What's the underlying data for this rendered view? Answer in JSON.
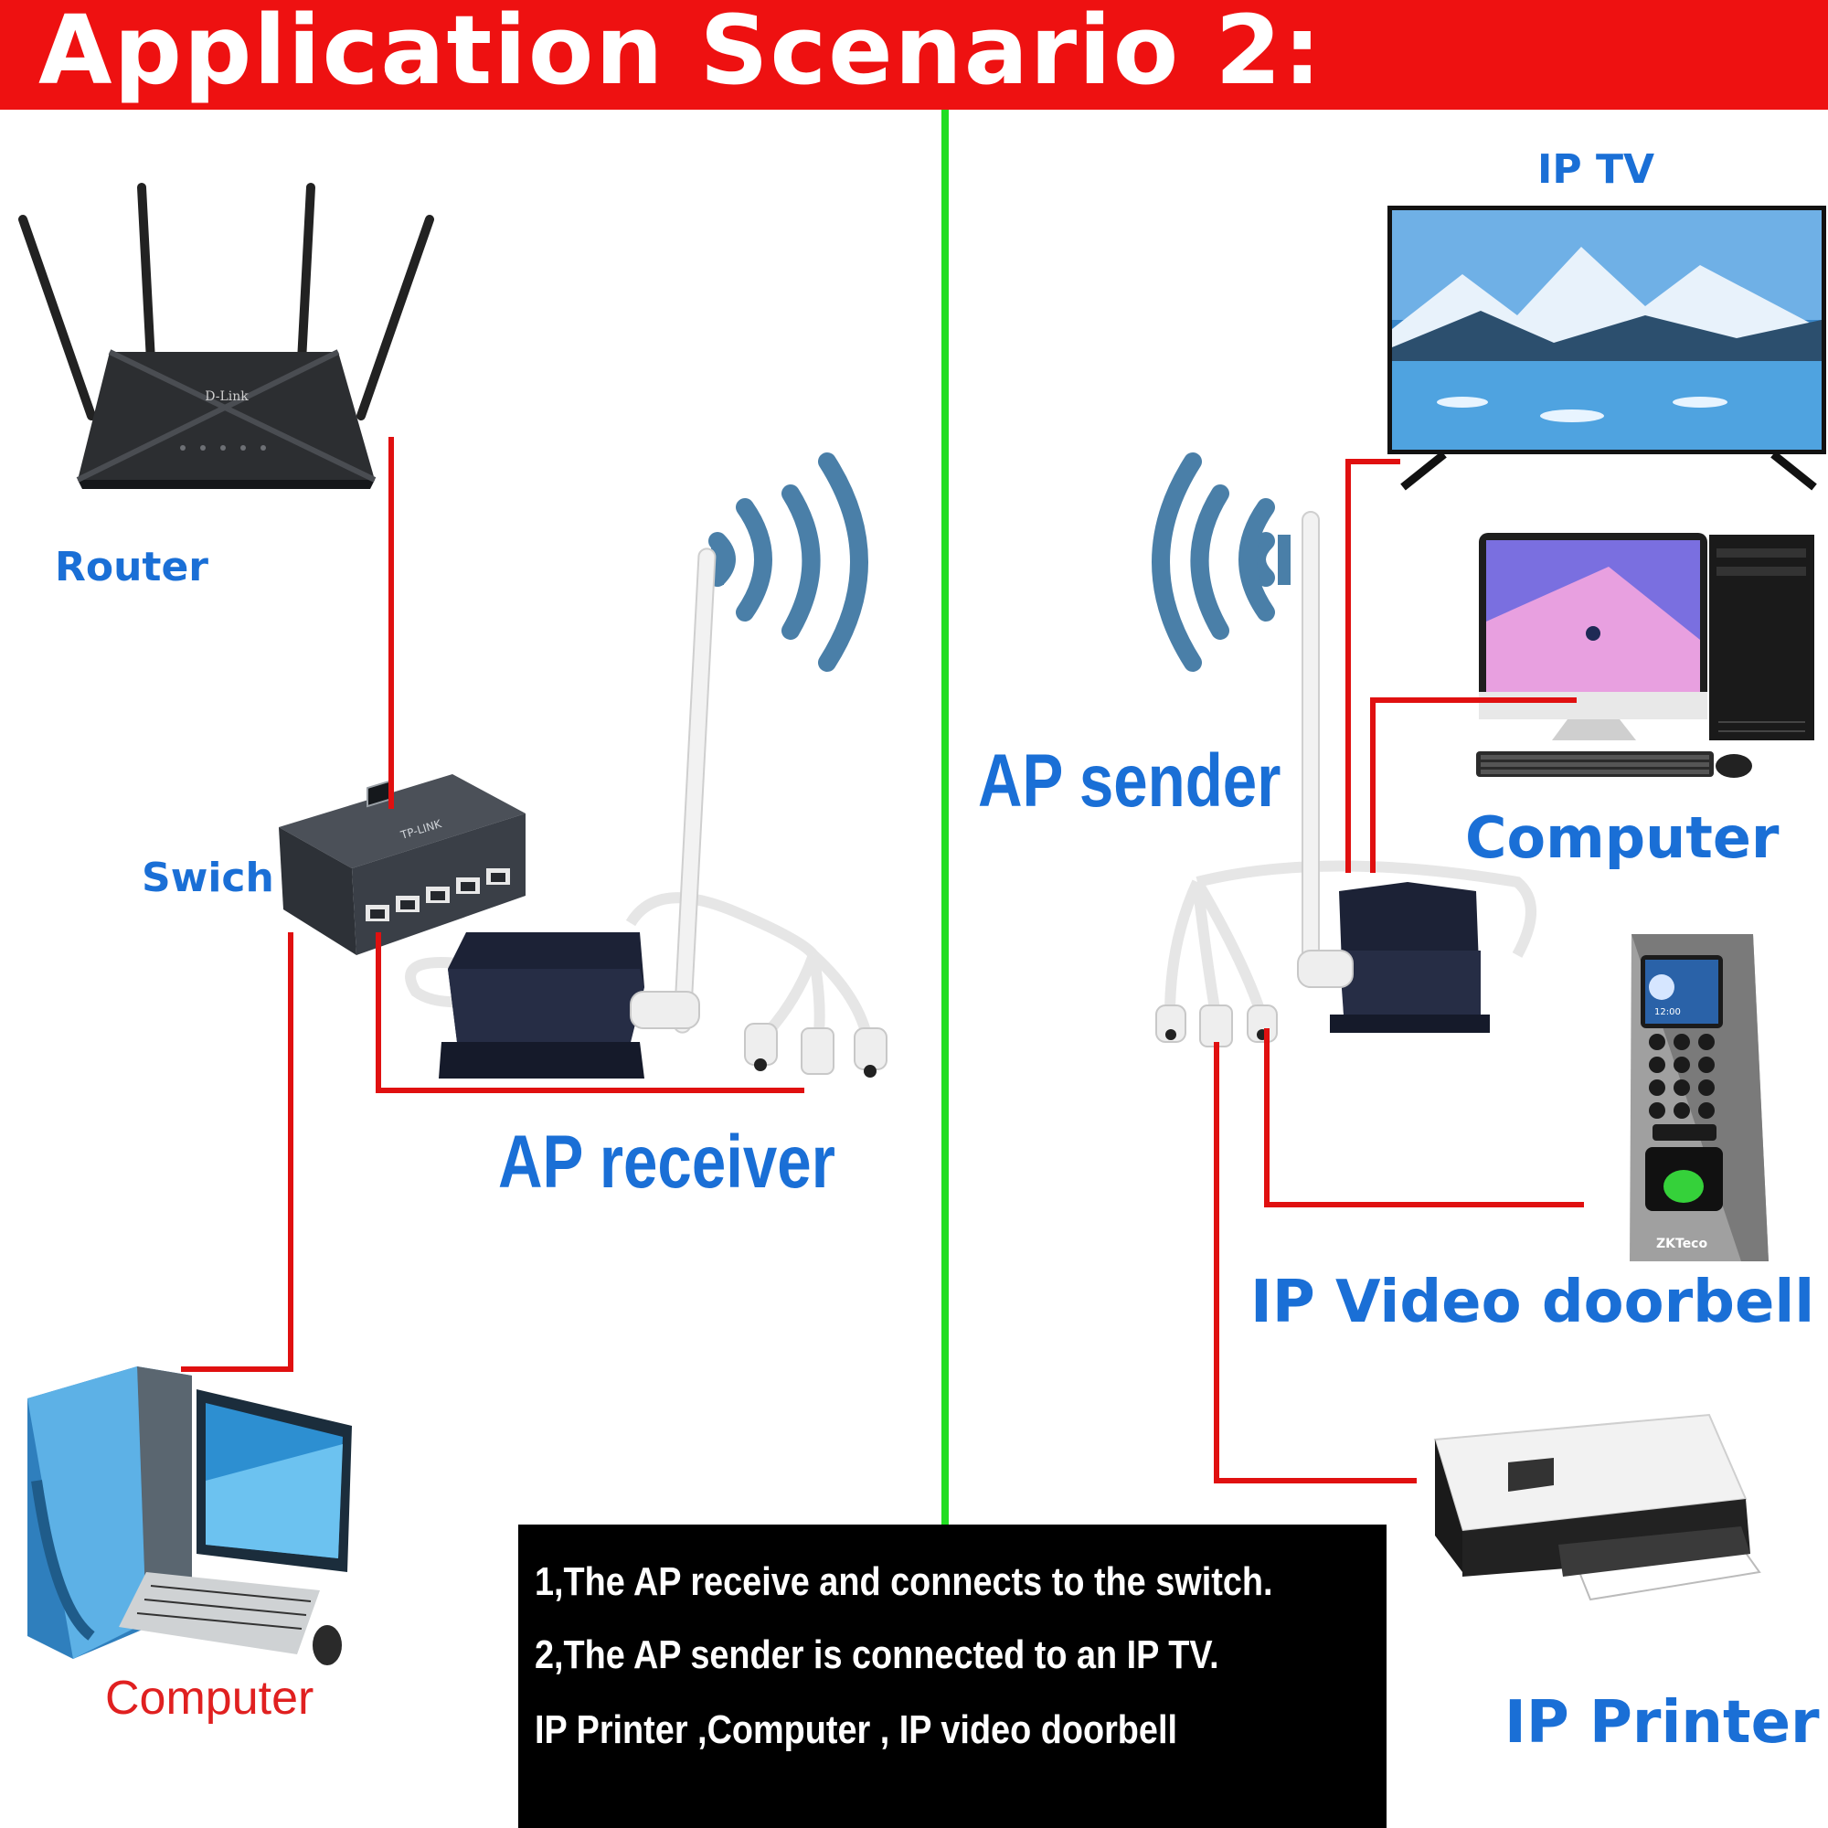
{
  "title": "Application Scenario 2:",
  "labels": {
    "router": "Router",
    "switch": "Swich",
    "ap_receiver": "AP receiver",
    "ap_sender": "AP sender",
    "ip_tv": "IP TV",
    "computer_right": "Computer",
    "ip_video_doorbell": "IP Video doorbell",
    "ip_printer": "IP Printer",
    "computer_left": "Computer"
  },
  "notes": [
    "1,The AP receive and connects to the switch.",
    "2,The AP sender is connected to an IP TV.",
    "IP Printer ,Computer , IP video doorbell"
  ],
  "device_text": {
    "router_brand": "D-Link",
    "switch_brand": "TP-LINK",
    "doorbell_brand": "ZKTeco",
    "doorbell_time": "12:00"
  },
  "colors": {
    "banner": "#ee1111",
    "divider": "#22dd22",
    "cable": "#e01010",
    "label_blue": "#1a6fd6",
    "label_red": "#e02020",
    "wifi": "#4a7fa8"
  },
  "icons": [
    "router-icon",
    "switch-icon",
    "ap-receiver-icon",
    "ap-sender-icon",
    "wifi-signal-icon",
    "tv-icon",
    "desktop-computer-icon",
    "fingerprint-doorbell-icon",
    "printer-icon",
    "pc-workstation-icon"
  ]
}
